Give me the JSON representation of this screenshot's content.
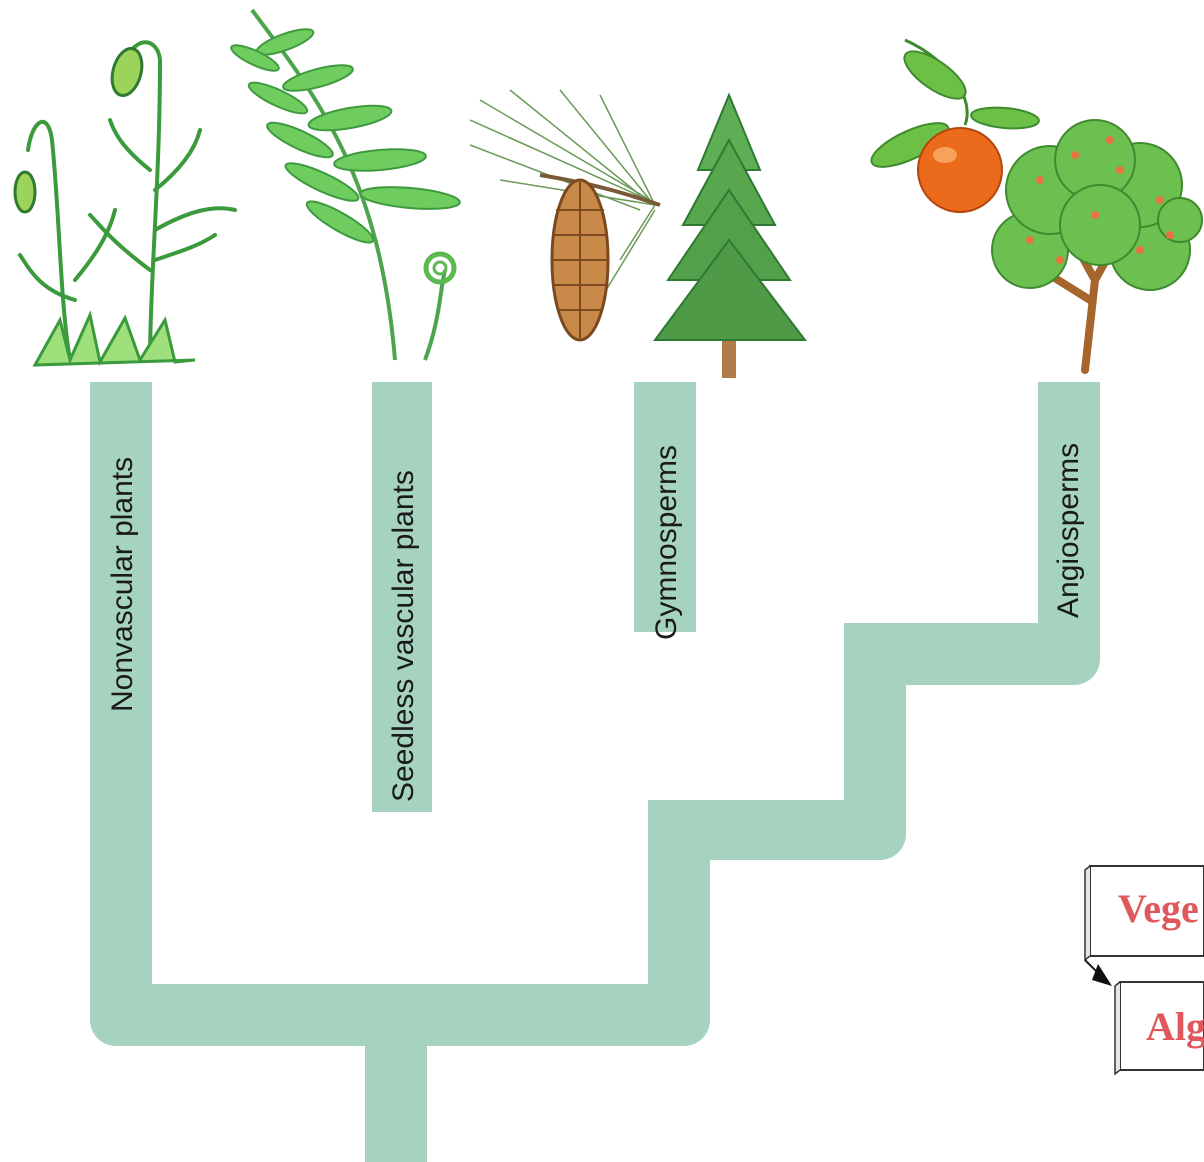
{
  "diagram": {
    "branch_color": "#a5d3bf",
    "labels": {
      "nonvascular": "Nonvascular plants",
      "seedless": "Seedless vascular plants",
      "gymnosperms": "Gymnosperms",
      "angiosperms": "Angiosperms"
    },
    "illustrations": [
      "moss-icon",
      "fern-icon",
      "pine-cone-icon",
      "conifer-tree-icon",
      "orange-fruit-icon",
      "broadleaf-tree-icon"
    ],
    "side_boxes": [
      {
        "text": "Vege"
      },
      {
        "text": "Alg"
      }
    ]
  }
}
